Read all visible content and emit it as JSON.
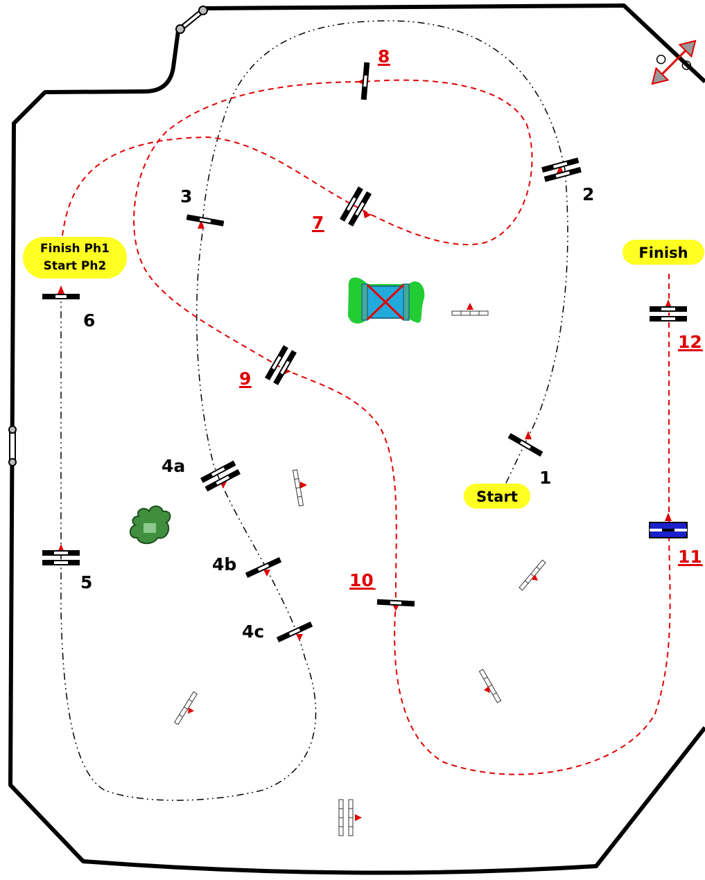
{
  "colors": {
    "phase1_path": "#000000",
    "phase2_path": "#e00000",
    "pill": "#ffff22",
    "water": "#22aadd",
    "grass": "#22cc33",
    "tree": "#3f8f3f",
    "red_x": "#e00000",
    "blue_fence": "#1a22cc"
  },
  "labels": {
    "finish_ph1_line1": "Finish Ph1",
    "finish_ph1_line2": "Start Ph2",
    "finish": "Finish",
    "start": "Start"
  },
  "phase1_numbers": {
    "n1": "1",
    "n2": "2",
    "n3": "3",
    "n4a": "4a",
    "n4b": "4b",
    "n4c": "4c",
    "n5": "5",
    "n6": "6"
  },
  "phase2_numbers": {
    "n7": "7",
    "n8": "8",
    "n9": "9",
    "n10": "10",
    "n11": "11",
    "n12": "12"
  },
  "icons": {
    "water": "water-jump-icon",
    "tree": "tree-icon",
    "gate": "entrance-gate-icon",
    "exit": "exit-arrows-icon"
  }
}
